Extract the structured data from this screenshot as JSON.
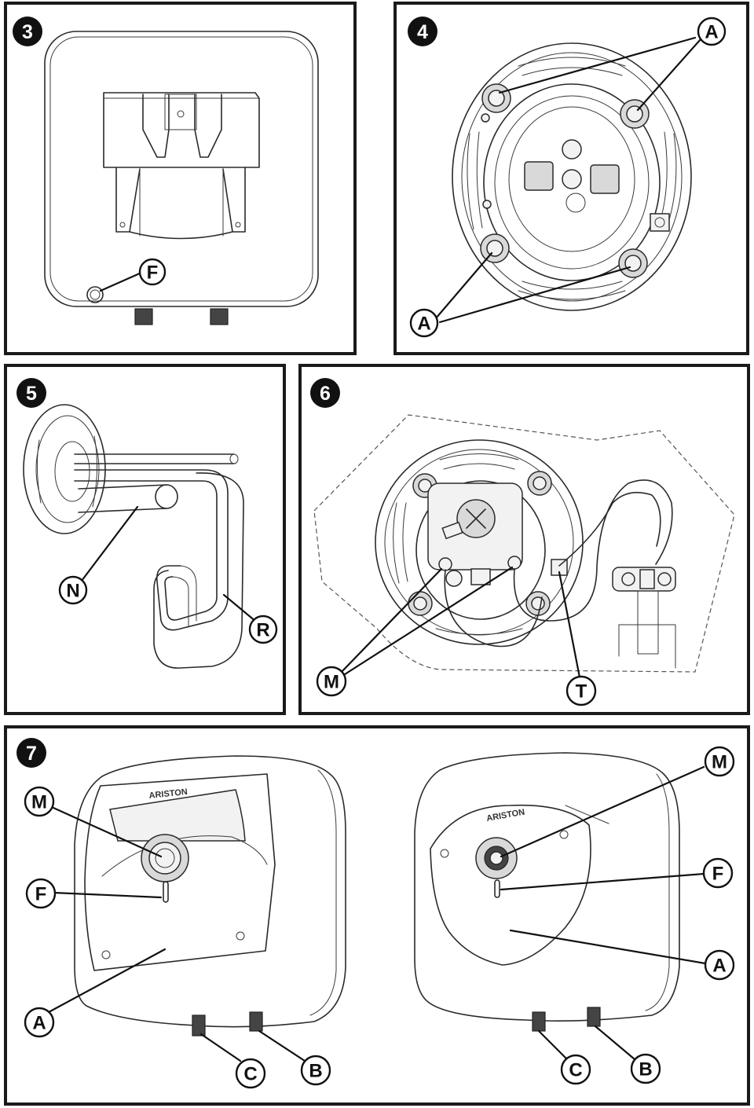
{
  "panels": [
    {
      "number": "3",
      "labels": [
        "F"
      ]
    },
    {
      "number": "4",
      "labels": [
        "A",
        "A"
      ]
    },
    {
      "number": "5",
      "labels": [
        "N",
        "R"
      ]
    },
    {
      "number": "6",
      "labels": [
        "M",
        "T"
      ]
    },
    {
      "number": "7",
      "labels": [
        "M",
        "F",
        "A",
        "C",
        "B",
        "M",
        "F",
        "A",
        "C",
        "B"
      ]
    }
  ],
  "brand": "ARISTON",
  "colors": {
    "line": "#1a1a1a",
    "background": "#ffffff",
    "badge": "#111111"
  }
}
